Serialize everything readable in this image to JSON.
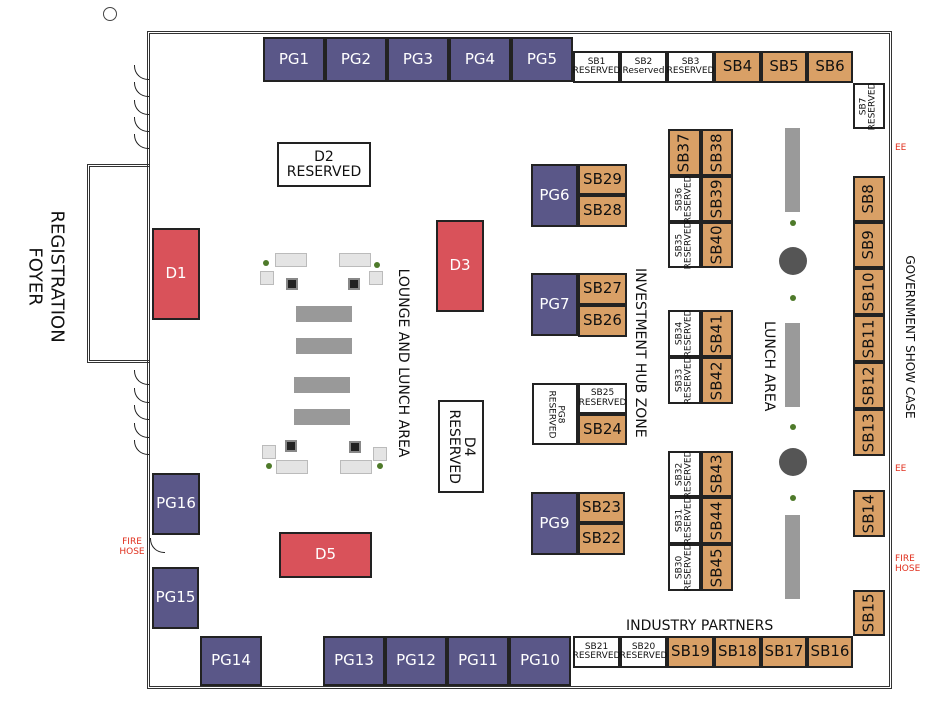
{
  "labels": {
    "registration_foyer": "REGISTRATION FOYER",
    "lounge": "LOUNGE AND LUNCH AREA",
    "investment_hub": "INVESTMENT HUB ZONE",
    "lunch_area": "LUNCH AREA",
    "government": "GOVERNMENT SHOW CASE",
    "industry": "INDUSTRY PARTNERS",
    "ee": "EE",
    "fire_hose": "FIRE HOSE"
  },
  "colors": {
    "pg": "#5a5788",
    "sb": "#d9a066",
    "d": "#d9525a",
    "reserved": "#ffffff",
    "alert_text": "#e0301e"
  },
  "booths": [
    {
      "label": "PG1",
      "type": "pg"
    },
    {
      "label": "PG2",
      "type": "pg"
    },
    {
      "label": "PG3",
      "type": "pg"
    },
    {
      "label": "PG4",
      "type": "pg"
    },
    {
      "label": "PG5",
      "type": "pg"
    },
    {
      "label": "SB1",
      "sub": "RESERVED",
      "type": "res"
    },
    {
      "label": "SB2",
      "sub": "Reserved",
      "type": "res"
    },
    {
      "label": "SB3",
      "sub": "RESERVED",
      "type": "res"
    },
    {
      "label": "SB4",
      "type": "sb"
    },
    {
      "label": "SB5",
      "type": "sb"
    },
    {
      "label": "SB6",
      "type": "sb"
    },
    {
      "label": "SB7",
      "sub": "RESERVED",
      "type": "res"
    },
    {
      "label": "D2",
      "sub": "RESERVED",
      "type": "res big"
    },
    {
      "label": "D1",
      "type": "d"
    },
    {
      "label": "D3",
      "type": "d"
    },
    {
      "label": "D4",
      "sub": "RESERVED",
      "type": "res big"
    },
    {
      "label": "D5",
      "type": "d"
    },
    {
      "label": "PG6",
      "type": "pg"
    },
    {
      "label": "SB29",
      "type": "sb"
    },
    {
      "label": "SB28",
      "type": "sb"
    },
    {
      "label": "PG7",
      "type": "pg"
    },
    {
      "label": "SB27",
      "type": "sb"
    },
    {
      "label": "SB26",
      "type": "sb"
    },
    {
      "label": "PG8",
      "sub": "RESERVED",
      "type": "res"
    },
    {
      "label": "SB25",
      "sub": "RESERVED",
      "type": "res"
    },
    {
      "label": "SB24",
      "type": "sb"
    },
    {
      "label": "PG9",
      "type": "pg"
    },
    {
      "label": "SB23",
      "type": "sb"
    },
    {
      "label": "SB22",
      "type": "sb"
    },
    {
      "label": "SB37",
      "type": "sb"
    },
    {
      "label": "SB38",
      "type": "sb"
    },
    {
      "label": "SB36",
      "sub": "RESERVED",
      "type": "res"
    },
    {
      "label": "SB39",
      "type": "sb"
    },
    {
      "label": "SB35",
      "sub": "RESERVED",
      "type": "res"
    },
    {
      "label": "SB40",
      "type": "sb"
    },
    {
      "label": "SB34",
      "sub": "RESERVED",
      "type": "res"
    },
    {
      "label": "SB41",
      "type": "sb"
    },
    {
      "label": "SB33",
      "sub": "RESERVED",
      "type": "res"
    },
    {
      "label": "SB42",
      "type": "sb"
    },
    {
      "label": "SB32",
      "sub": "RESERVED",
      "type": "res"
    },
    {
      "label": "SB43",
      "type": "sb"
    },
    {
      "label": "SB31",
      "sub": "RESERVED",
      "type": "res"
    },
    {
      "label": "SB44",
      "type": "sb"
    },
    {
      "label": "SB30",
      "sub": "RESERVED",
      "type": "res"
    },
    {
      "label": "SB45",
      "type": "sb"
    },
    {
      "label": "SB8",
      "type": "sb"
    },
    {
      "label": "SB9",
      "type": "sb"
    },
    {
      "label": "SB10",
      "type": "sb"
    },
    {
      "label": "SB11",
      "type": "sb"
    },
    {
      "label": "SB12",
      "type": "sb"
    },
    {
      "label": "SB13",
      "type": "sb"
    },
    {
      "label": "SB14",
      "type": "sb"
    },
    {
      "label": "SB15",
      "type": "sb"
    },
    {
      "label": "PG14",
      "type": "pg"
    },
    {
      "label": "PG13",
      "type": "pg"
    },
    {
      "label": "PG12",
      "type": "pg"
    },
    {
      "label": "PG11",
      "type": "pg"
    },
    {
      "label": "PG10",
      "type": "pg"
    },
    {
      "label": "SB21",
      "sub": "RESERVED",
      "type": "res"
    },
    {
      "label": "SB20",
      "sub": "RESERVED",
      "type": "res"
    },
    {
      "label": "SB19",
      "type": "sb"
    },
    {
      "label": "SB18",
      "type": "sb"
    },
    {
      "label": "SB17",
      "type": "sb"
    },
    {
      "label": "SB16",
      "type": "sb"
    },
    {
      "label": "PG16",
      "type": "pg"
    },
    {
      "label": "PG15",
      "type": "pg"
    }
  ]
}
